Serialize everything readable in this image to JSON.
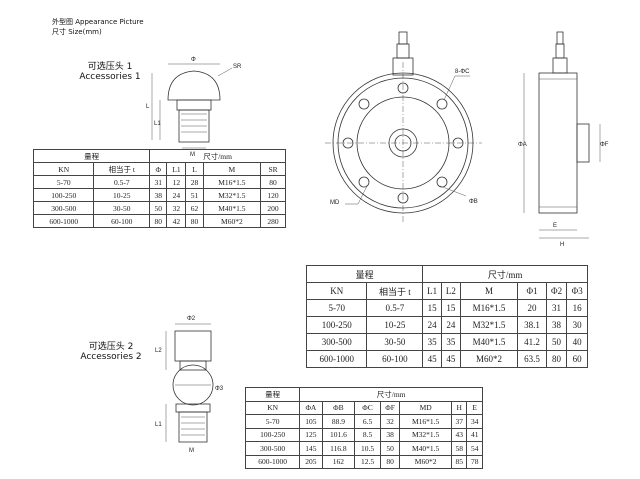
{
  "header": {
    "appearance": "外型图 Appearance Picture",
    "size": "尺寸 Size(mm)"
  },
  "accessory1": {
    "cn": "可选压头 1",
    "en": "Accessories 1"
  },
  "accessory2": {
    "cn": "可选压头 2",
    "en": "Accessories 2"
  },
  "drawing_labels": {
    "phi": "Φ",
    "sr": "SR",
    "l": "L",
    "l1": "L1",
    "m": "M",
    "phi2": "Φ2",
    "phi3": "Φ3",
    "l2": "L2",
    "c": "8-ΦC",
    "b": "ΦB",
    "md": "MD",
    "a": "ΦA",
    "f": "ΦF",
    "e": "E",
    "h": "H"
  },
  "table1": {
    "range_label": "量程",
    "size_label": "尺寸/mm",
    "columns": [
      "KN",
      "相当于 t",
      "Φ",
      "L1",
      "L",
      "M",
      "SR"
    ],
    "rows": [
      [
        "5-70",
        "0.5-7",
        "31",
        "12",
        "28",
        "M16*1.5",
        "80"
      ],
      [
        "100-250",
        "10-25",
        "38",
        "24",
        "51",
        "M32*1.5",
        "120"
      ],
      [
        "300-500",
        "30-50",
        "50",
        "32",
        "62",
        "M40*1.5",
        "200"
      ],
      [
        "600-1000",
        "60-100",
        "80",
        "42",
        "80",
        "M60*2",
        "280"
      ]
    ]
  },
  "table2": {
    "range_label": "量程",
    "size_label": "尺寸/mm",
    "columns": [
      "KN",
      "相当于 t",
      "L1",
      "L2",
      "M",
      "Φ1",
      "Φ2",
      "Φ3"
    ],
    "rows": [
      [
        "5-70",
        "0.5-7",
        "15",
        "15",
        "M16*1.5",
        "20",
        "31",
        "16"
      ],
      [
        "100-250",
        "10-25",
        "24",
        "24",
        "M32*1.5",
        "38.1",
        "38",
        "30"
      ],
      [
        "300-500",
        "30-50",
        "35",
        "35",
        "M40*1.5",
        "41.2",
        "50",
        "40"
      ],
      [
        "600-1000",
        "60-100",
        "45",
        "45",
        "M60*2",
        "63.5",
        "80",
        "60"
      ]
    ]
  },
  "table3": {
    "range_label": "量程",
    "size_label": "尺寸/mm",
    "columns": [
      "KN",
      "ΦA",
      "ΦB",
      "ΦC",
      "ΦF",
      "MD",
      "H",
      "E"
    ],
    "rows": [
      [
        "5-70",
        "105",
        "88.9",
        "6.5",
        "32",
        "M16*1.5",
        "37",
        "34"
      ],
      [
        "100-250",
        "125",
        "101.6",
        "8.5",
        "38",
        "M32*1.5",
        "43",
        "41"
      ],
      [
        "300-500",
        "145",
        "116.8",
        "10.5",
        "50",
        "M40*1.5",
        "58",
        "54"
      ],
      [
        "600-1000",
        "205",
        "162",
        "12.5",
        "80",
        "M60*2",
        "85",
        "78"
      ]
    ]
  }
}
